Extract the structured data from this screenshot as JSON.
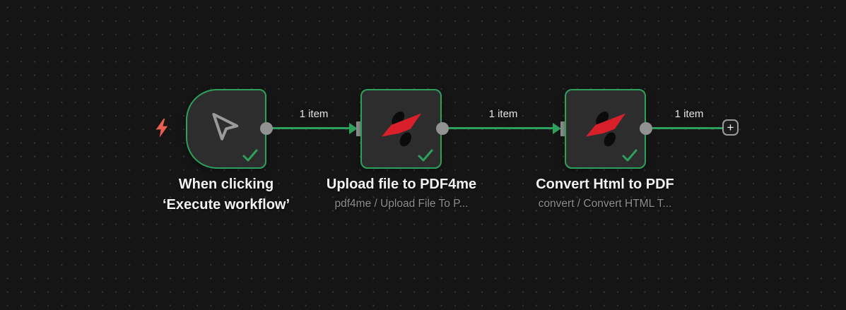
{
  "workflow": {
    "trigger_node": {
      "title_line1": "When clicking",
      "title_line2": "‘Execute workflow’"
    },
    "upload_node": {
      "title": "Upload file to PDF4me",
      "subtitle": "pdf4me / Upload File To P..."
    },
    "convert_node": {
      "title": "Convert Html to PDF",
      "subtitle": "convert / Convert HTML T..."
    },
    "connections": {
      "conn1_label": "1 item",
      "conn2_label": "1 item",
      "conn3_label": "1 item"
    },
    "add_button": {
      "glyph": "+"
    },
    "icons": {
      "lightning-bolt-icon": "zap",
      "mouse-pointer-icon": "cursor-arrow",
      "pdf4me-logo": "pdf4me-red-ribbon",
      "success-check-icon": "checkmark",
      "plus-icon": "+"
    },
    "colors": {
      "background": "#151515",
      "grid_dot": "#313131",
      "node_background": "#2d2d2d",
      "success_green": "#2ea05e",
      "port_gray": "#929292",
      "trigger_bolt_red": "#e9604f",
      "pdf4me_red": "#d81f2a",
      "title_text": "#f2f2f2",
      "subtitle_text": "#8e8e8e"
    }
  }
}
